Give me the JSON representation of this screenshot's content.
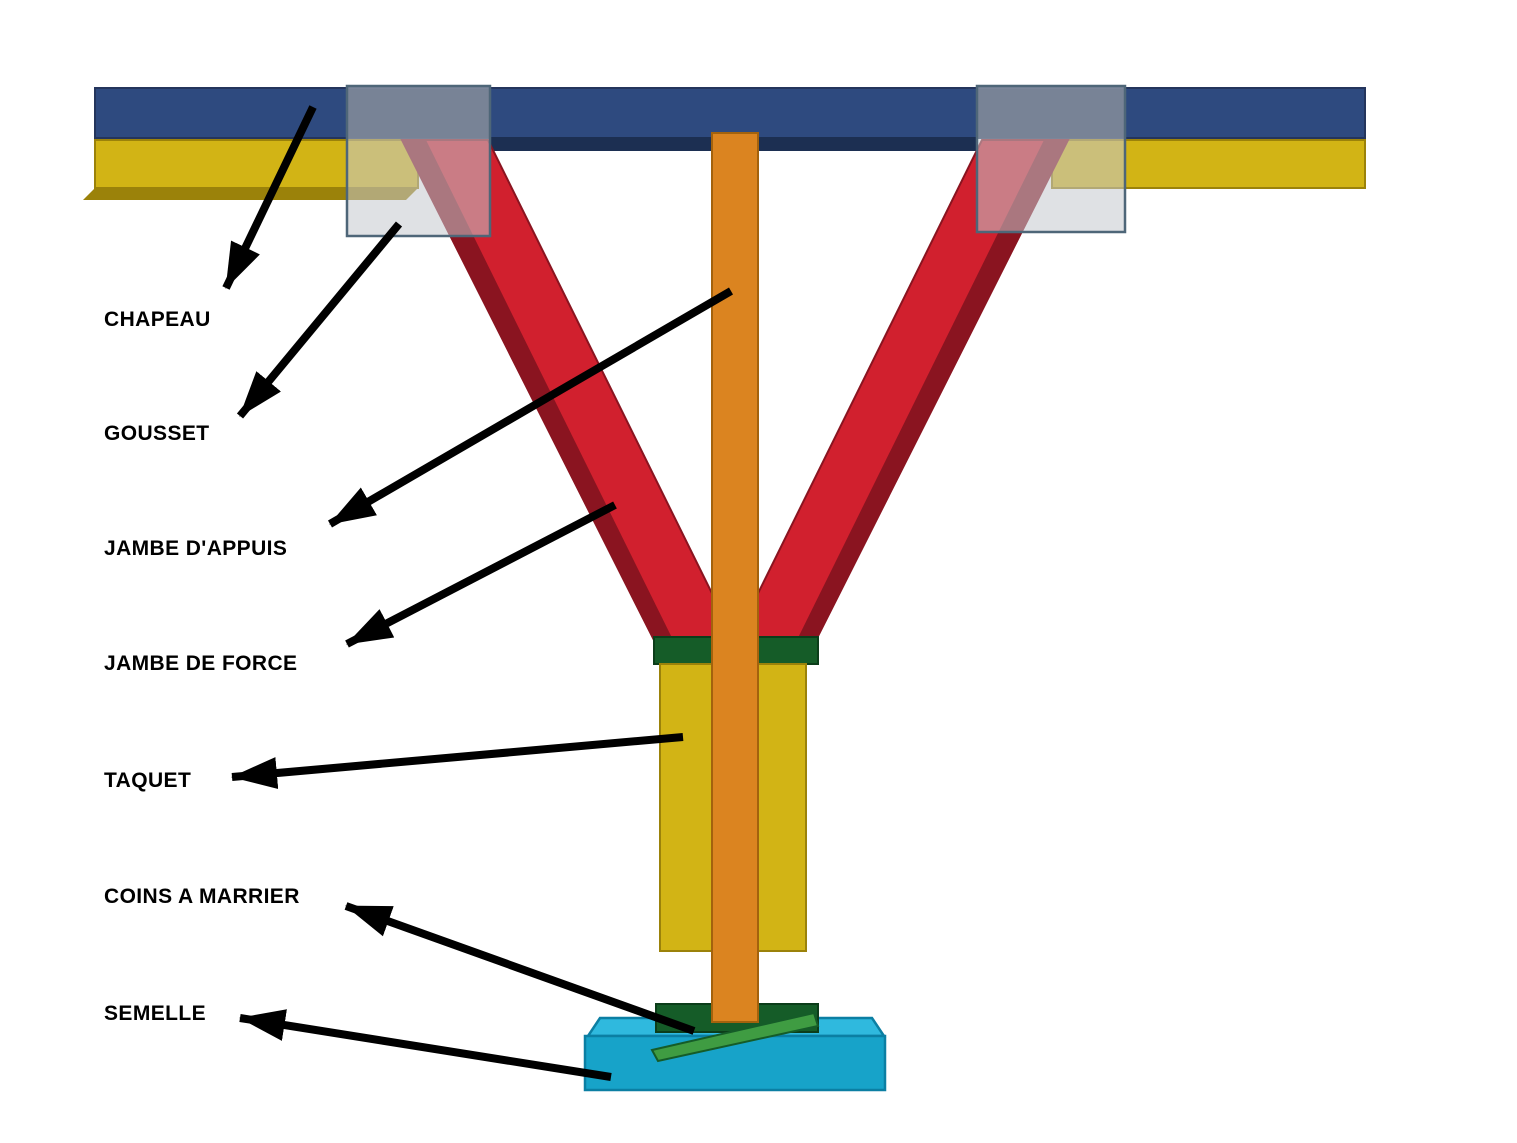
{
  "labels": [
    {
      "id": "chapeau",
      "text": "CHAPEAU"
    },
    {
      "id": "gousset",
      "text": "GOUSSET"
    },
    {
      "id": "jambe-dappuis",
      "text": "JAMBE D'APPUIS"
    },
    {
      "id": "jambe-de-force",
      "text": "JAMBE DE FORCE"
    },
    {
      "id": "taquet",
      "text": "TAQUET"
    },
    {
      "id": "coins-a-marrier",
      "text": "COINS A MARRIER"
    },
    {
      "id": "semelle",
      "text": "SEMELLE"
    }
  ],
  "colors": {
    "beam-blue": "#2E4A7F",
    "beam-blue-dark": "#1C2F52",
    "beam-yellow": "#D2B415",
    "beam-yellow-dark": "#9B820A",
    "gusset-gray": "#C4C9CE",
    "gusset-border": "#4E6678",
    "brace-red": "#D1202E",
    "brace-red-dark": "#8A1420",
    "post-orange": "#DB8420",
    "post-orange-dark": "#A3620D",
    "green-dark": "#155C28",
    "green-light": "#3F9C42",
    "base-cyan": "#17A3C9",
    "base-cyan-light": "#2FB9DE",
    "base-cyan-dark": "#0B7FA3",
    "outline-navy": "#24355C",
    "arrow": "#000000",
    "text": "#000000",
    "background": "#FFFFFF"
  }
}
